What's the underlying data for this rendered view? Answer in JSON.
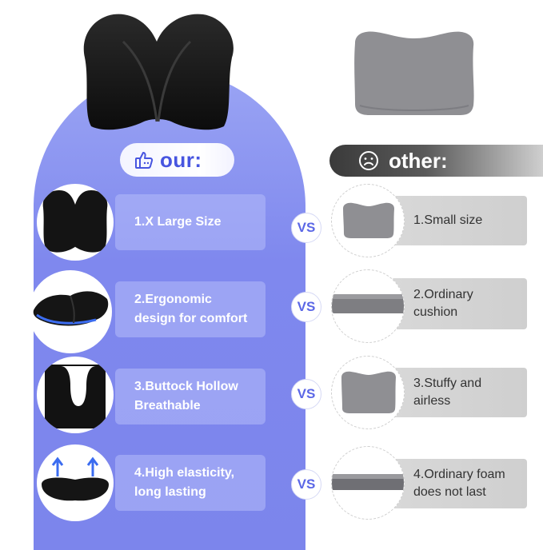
{
  "our": {
    "label": "our:",
    "icon": "thumbs-up-icon",
    "accent": "#4755e0",
    "background": "#8a93f0"
  },
  "other": {
    "label": "other:",
    "icon": "sad-face-icon"
  },
  "vs_label": "VS",
  "rows": [
    {
      "our_text": "1.X Large Size",
      "other_text": "1.Small size"
    },
    {
      "our_text": "2.Ergonomic design for comfort",
      "other_text": "2.Ordinary cushion"
    },
    {
      "our_text": "3.Buttock Hollow Breathable",
      "other_text": "3.Stuffy and airless"
    },
    {
      "our_text": "4.High elasticity, long lasting",
      "other_text": "4.Ordinary foam does not last"
    }
  ]
}
